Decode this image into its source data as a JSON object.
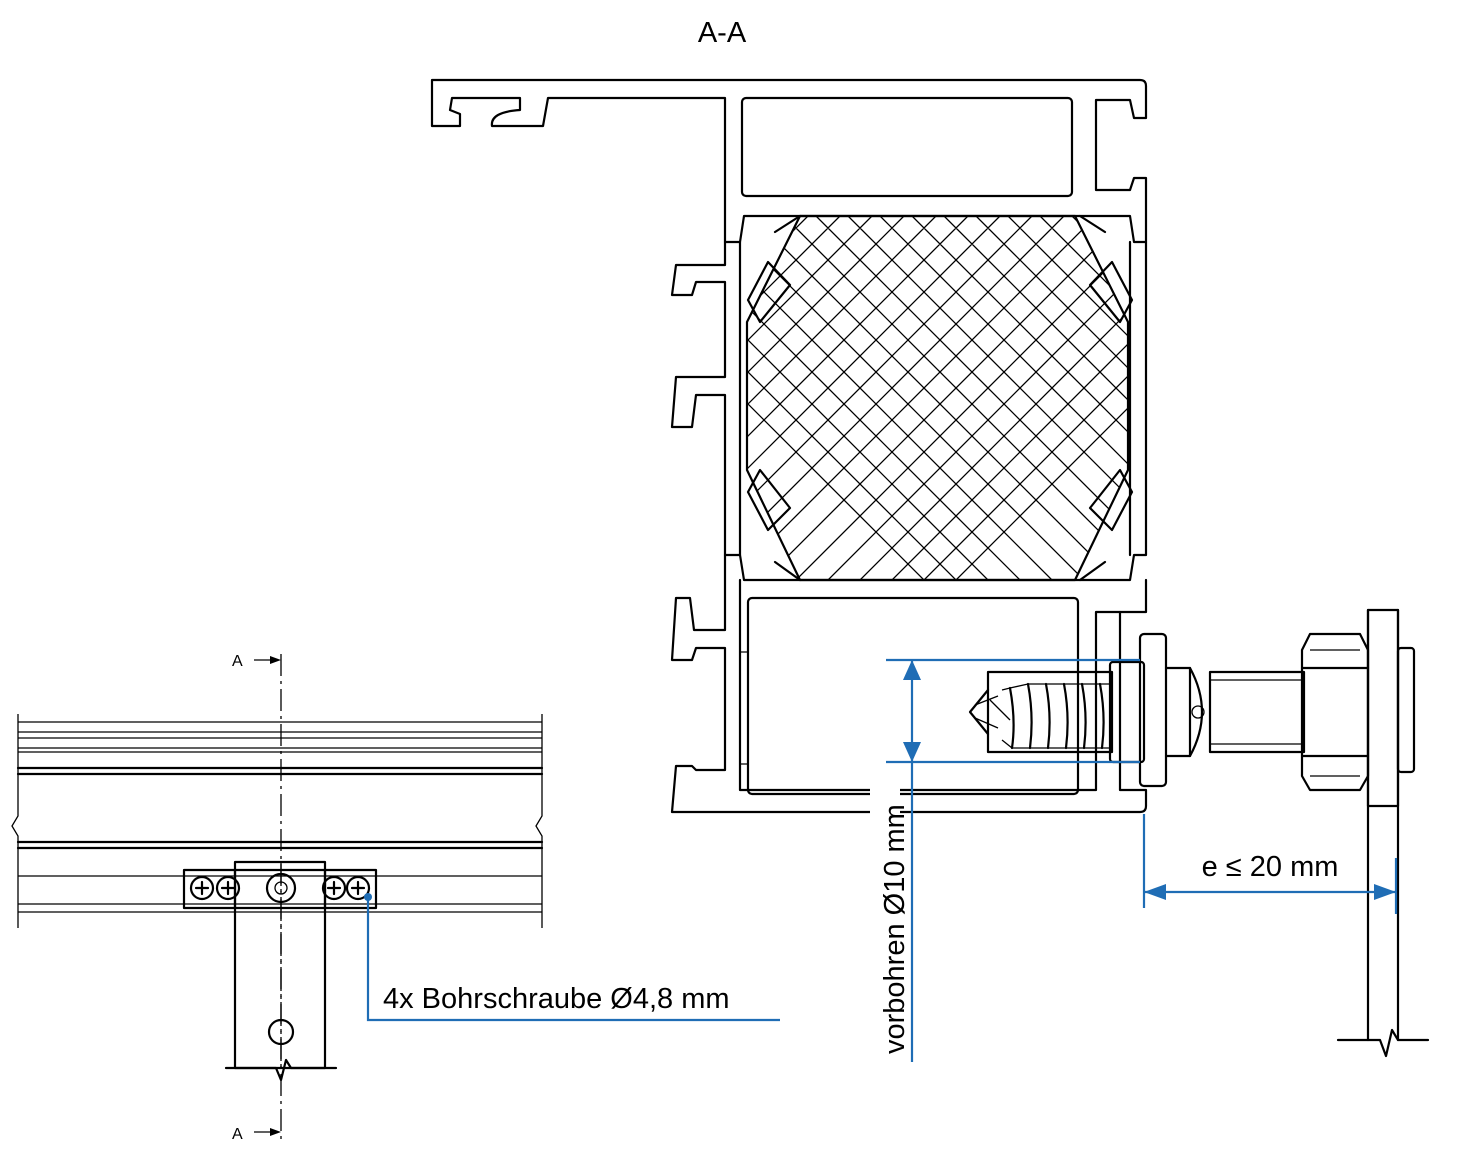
{
  "section_title": "A-A",
  "section_marker_top": "A",
  "section_marker_bottom": "A",
  "label_screws": "4x Bohrschraube Ø4,8 mm",
  "label_predrill": "vorbohren Ø10 mm",
  "label_distance": "e ≤ 20 mm",
  "colors": {
    "line": "#000000",
    "dimension": "#1f6db5",
    "background": "#ffffff"
  }
}
